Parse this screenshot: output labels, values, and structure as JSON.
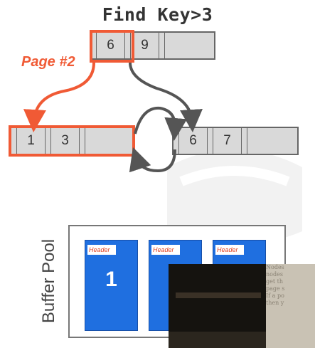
{
  "title": "Find Key>3",
  "page_label": "Page #2",
  "colors": {
    "highlight": "#f05a35",
    "frame": "#1f6fe0",
    "node_fill": "#d9d9d9"
  },
  "root_node": {
    "keys": [
      "6",
      "9",
      ""
    ]
  },
  "left_leaf": {
    "keys": [
      "1",
      "3",
      ""
    ]
  },
  "right_leaf": {
    "keys": [
      "6",
      "7",
      ""
    ]
  },
  "buffer_pool": {
    "label": "Buffer Pool",
    "frames": [
      {
        "header": "Header",
        "content": "1"
      },
      {
        "header": "Header",
        "content": ""
      },
      {
        "header": "Header",
        "content": ""
      }
    ]
  },
  "video_overlay": {
    "text_lines": [
      "Nodes",
      "nodes",
      "get th",
      "page s",
      "",
      "If a po",
      "then y"
    ]
  }
}
